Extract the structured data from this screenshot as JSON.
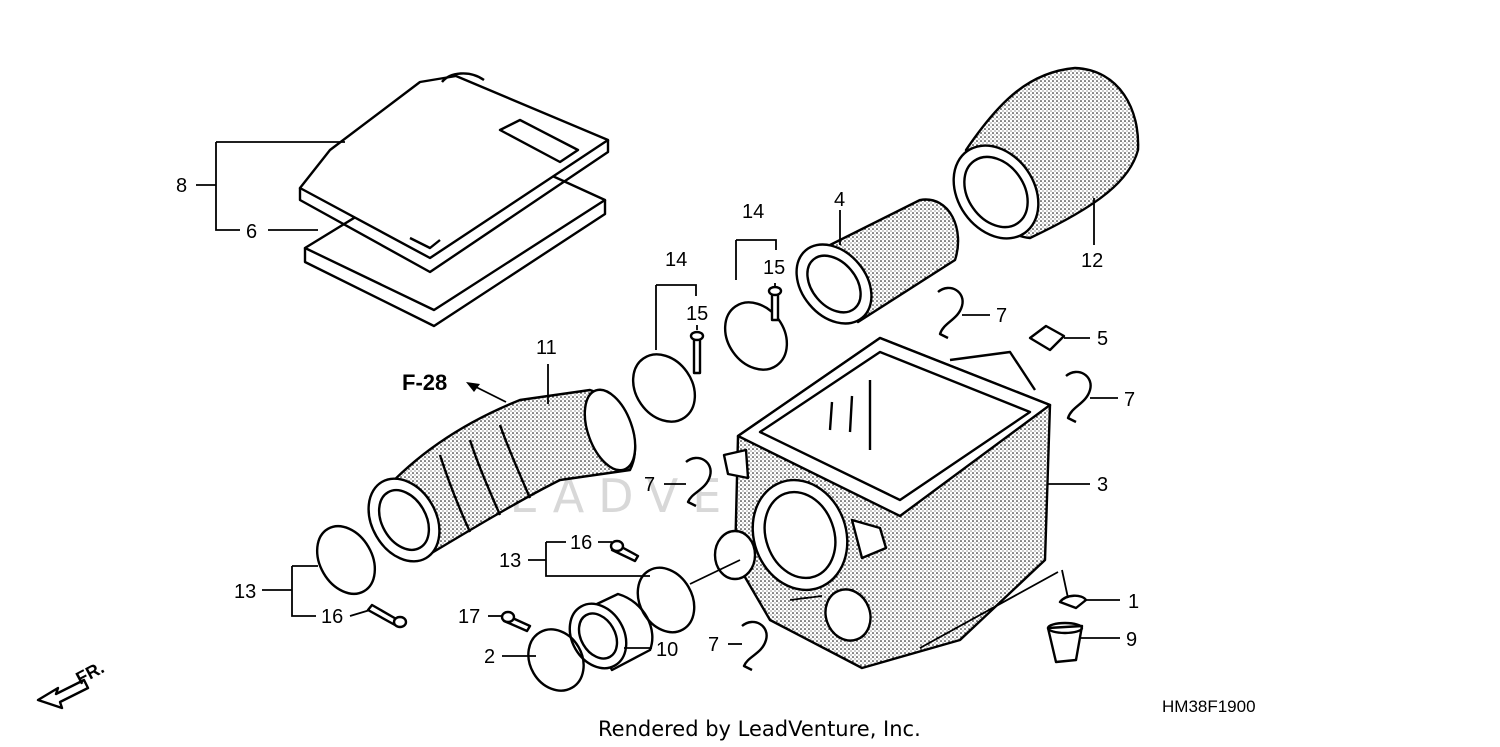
{
  "diagram": {
    "drawing_code": "HM38F1900",
    "credit": "Rendered by LeadVenture, Inc.",
    "reference_label": "F-28",
    "front_label": "FR.",
    "watermark_text": "LEADVENTURE",
    "callouts": {
      "c1": "1",
      "c2": "2",
      "c3": "3",
      "c4": "4",
      "c5": "5",
      "c6": "6",
      "c7a": "7",
      "c7b": "7",
      "c7c": "7",
      "c7d": "7",
      "c8": "8",
      "c9": "9",
      "c10": "10",
      "c11": "11",
      "c12": "12",
      "c13a": "13",
      "c13b": "13",
      "c14a": "14",
      "c14b": "14",
      "c15a": "15",
      "c15b": "15",
      "c16a": "16",
      "c16b": "16",
      "c17": "17"
    }
  }
}
